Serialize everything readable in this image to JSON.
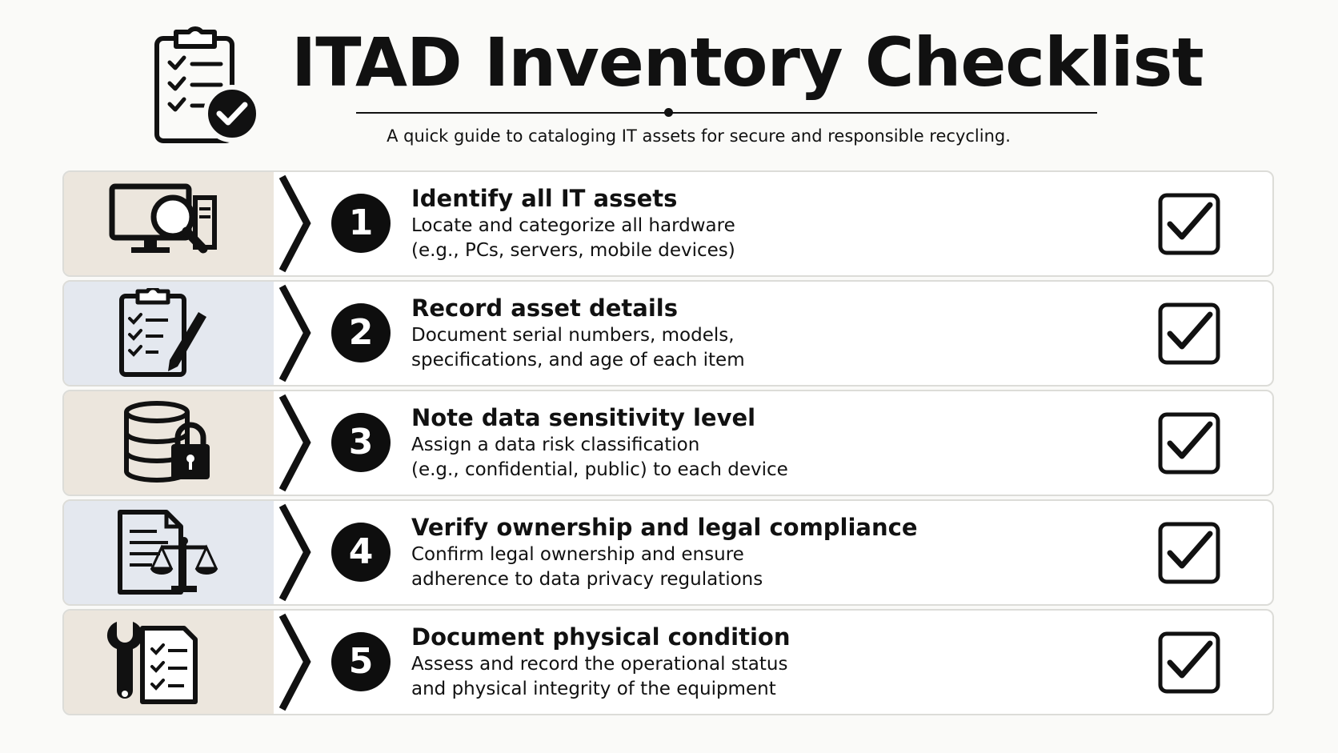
{
  "header": {
    "title": "ITAD Inventory Checklist",
    "subtitle": "A quick guide to cataloging IT assets for secure and responsible recycling.",
    "icon": "clipboard-check-icon"
  },
  "steps": [
    {
      "number": "1",
      "title": "Identify all IT assets",
      "desc_line1": "Locate and categorize all hardware",
      "desc_line2": "(e.g., PCs, servers, mobile devices)",
      "icon": "computer-magnifier-icon",
      "band_color": "#ece6dd",
      "checked": true
    },
    {
      "number": "2",
      "title": "Record asset details",
      "desc_line1": "Document serial numbers, models,",
      "desc_line2": "specifications, and age of each item",
      "icon": "clipboard-pen-icon",
      "band_color": "#e4e8ef",
      "checked": true
    },
    {
      "number": "3",
      "title": "Note data sensitivity level",
      "desc_line1": "Assign a data risk classification",
      "desc_line2": "(e.g., confidential, public) to each device",
      "icon": "database-lock-icon",
      "band_color": "#ece6dd",
      "checked": true
    },
    {
      "number": "4",
      "title": "Verify ownership and legal compliance",
      "desc_line1": "Confirm legal ownership and ensure",
      "desc_line2": "adherence to data privacy regulations",
      "icon": "document-scales-icon",
      "band_color": "#e4e8ef",
      "checked": true
    },
    {
      "number": "5",
      "title": "Document physical condition",
      "desc_line1": "Assess and record the operational status",
      "desc_line2": "and physical integrity of the equipment",
      "icon": "wrench-checklist-icon",
      "band_color": "#ece6dd",
      "checked": true
    }
  ]
}
